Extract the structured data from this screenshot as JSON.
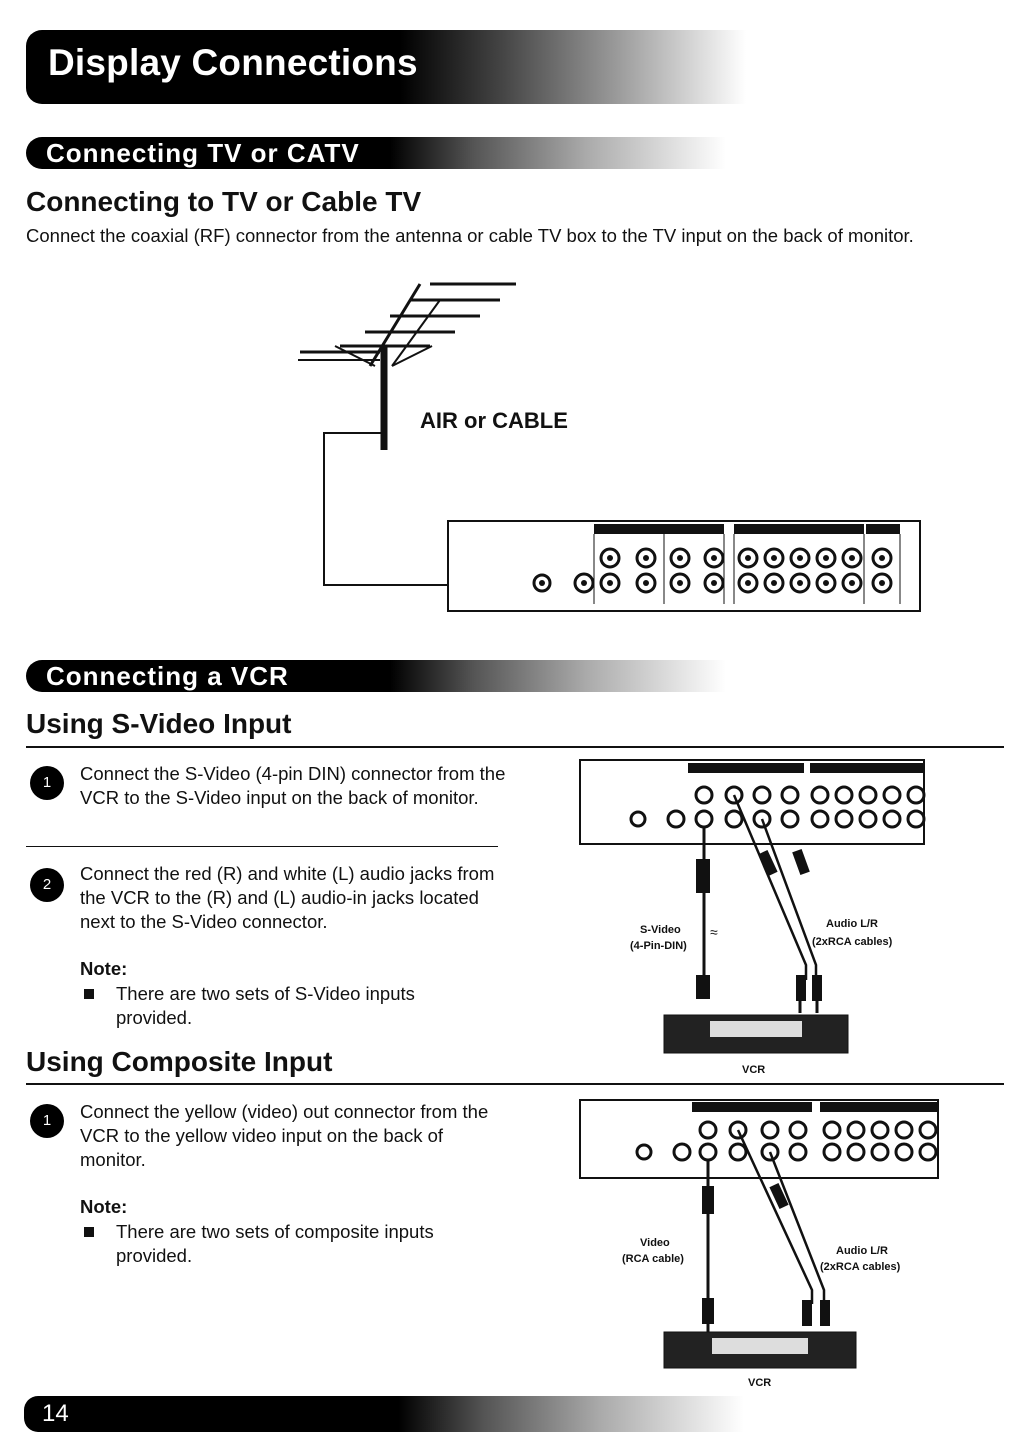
{
  "header": {
    "title": "Display Connections"
  },
  "section_tv": {
    "bar_title": "Connecting TV or CATV",
    "heading": "Connecting to TV or Cable TV",
    "description": "Connect the coaxial (RF) connector from the antenna or cable TV box to the TV input on the back of monitor.",
    "antenna_label": "AIR or CABLE"
  },
  "section_vcr": {
    "bar_title": "Connecting a VCR",
    "svideo": {
      "heading": "Using S-Video Input",
      "step1_num": "1",
      "step1_text": "Connect the S-Video (4-pin DIN) connector from the VCR to the S-Video input on the back of monitor.",
      "step2_num": "2",
      "step2_text": "Connect the red (R) and white (L) audio jacks from the VCR  to the (R) and (L) audio-in jacks located next to the S-Video connector.",
      "note_label": "Note:",
      "note_text": "There are two sets of S-Video inputs provided.",
      "diagram": {
        "cable_label_1": "S-Video",
        "cable_label_2": "(4-Pin-DIN)",
        "audio_label_1": "Audio L/R",
        "audio_label_2": "(2xRCA cables)",
        "device_label": "VCR"
      }
    },
    "composite": {
      "heading": "Using Composite Input",
      "step1_num": "1",
      "step1_text": "Connect the yellow (video) out connector from the VCR to the yellow video input on the back of monitor.",
      "note_label": "Note:",
      "note_text": "There are two sets of composite inputs provided.",
      "diagram": {
        "cable_label_1": "Video",
        "cable_label_2": "(RCA cable)",
        "audio_label_1": "Audio L/R",
        "audio_label_2": "(2xRCA cables)",
        "device_label": "VCR"
      }
    }
  },
  "footer": {
    "page_number": "14"
  },
  "colors": {
    "bar_dark": "#000000",
    "text": "#111111",
    "background": "#ffffff"
  }
}
